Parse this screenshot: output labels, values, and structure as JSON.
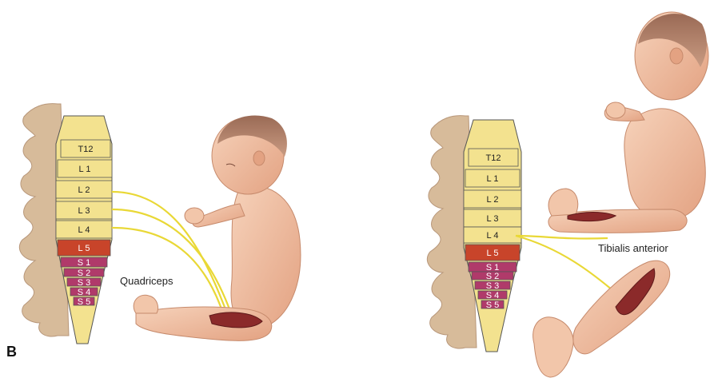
{
  "panel_label": "B",
  "colors": {
    "lumbar": "#f3e28f",
    "l5": "#c8442a",
    "sacral": "#b03a6a",
    "bone": "#d7bb9a",
    "skin": "#f0bfa2",
    "nerve": "#f2e23a",
    "muscle": "#8b2a2a"
  },
  "left": {
    "segments": [
      "T12",
      "L 1",
      "L 2",
      "L 3",
      "L 4",
      "L 5",
      "S 1",
      "S 2",
      "S 3",
      "S 4",
      "S 5"
    ],
    "callout": "Quadriceps"
  },
  "right": {
    "segments": [
      "T12",
      "L 1",
      "L 2",
      "L 3",
      "L 4",
      "L 5",
      "S 1",
      "S 2",
      "S 3",
      "S 4",
      "S 5"
    ],
    "callout": "Tibialis anterior"
  }
}
